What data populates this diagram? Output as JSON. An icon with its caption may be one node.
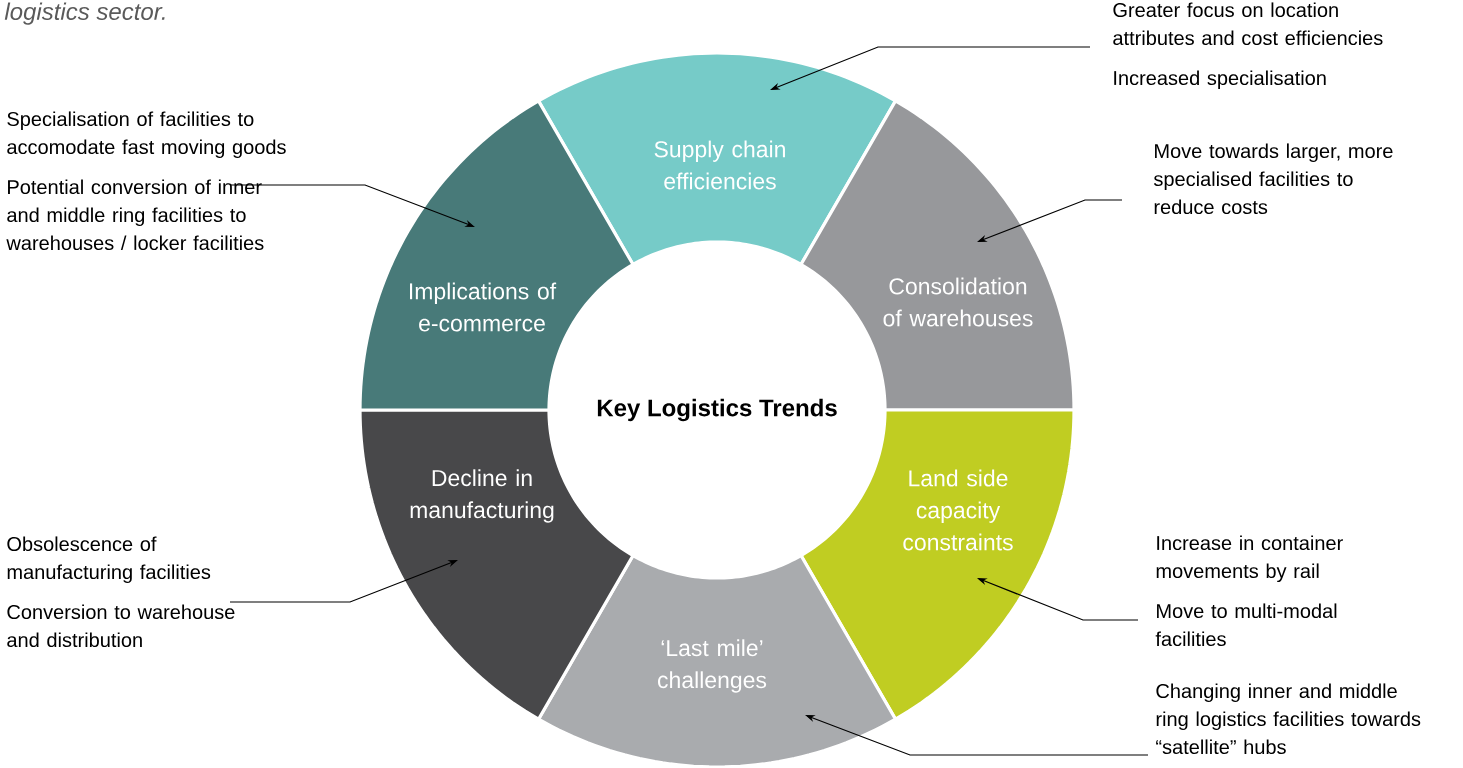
{
  "diagram": {
    "nodes": [
      {
        "text": [
          "Key Logistics Trends"
        ]
      },
      {
        "text": [
          "Supply chain efficiencies"
        ]
      },
      {
        "text": [
          "Consolidation of warehouses"
        ]
      },
      {
        "text": [
          "Land side capacity constraints"
        ]
      },
      {
        "text": [
          "‘Last mile’ challenges"
        ]
      },
      {
        "text": [
          "Decline in manufacturing"
        ]
      },
      {
        "text": [
          "Implications of e-commerce"
        ]
      },
      {
        "text": [
          "Greater focus on location attributes and cost efficiencies",
          "Increased specialisation"
        ]
      },
      {
        "text": [
          "Move towards larger, more specialised facilities to reduce costs"
        ]
      },
      {
        "text": [
          "Increase in container movements by rail",
          "Move to multi-modal facilities"
        ]
      },
      {
        "text": [
          "Changing inner and middle ring logistics facilities towards “satellite” hubs"
        ]
      },
      {
        "text": [
          "Obsolescence of manufacturing facilities",
          "Conversion to warehouse and distribution"
        ]
      },
      {
        "text": [
          "Specialisation of facilities to accomodate fast moving goods",
          "Potential conversion of inner and middle ring facilities to warehouses / locker facilities"
        ]
      }
    ],
    "edges": [
      {
        "from": 7,
        "to": 1,
        "arrow": "to"
      },
      {
        "from": 8,
        "to": 2,
        "arrow": "to"
      },
      {
        "from": 9,
        "to": 3,
        "arrow": "to"
      },
      {
        "from": 10,
        "to": 4,
        "arrow": "to"
      },
      {
        "from": 11,
        "to": 5,
        "arrow": "to"
      },
      {
        "from": 12,
        "to": 6,
        "arrow": "to"
      }
    ],
    "labels": [
      "logistics sector."
    ]
  }
}
